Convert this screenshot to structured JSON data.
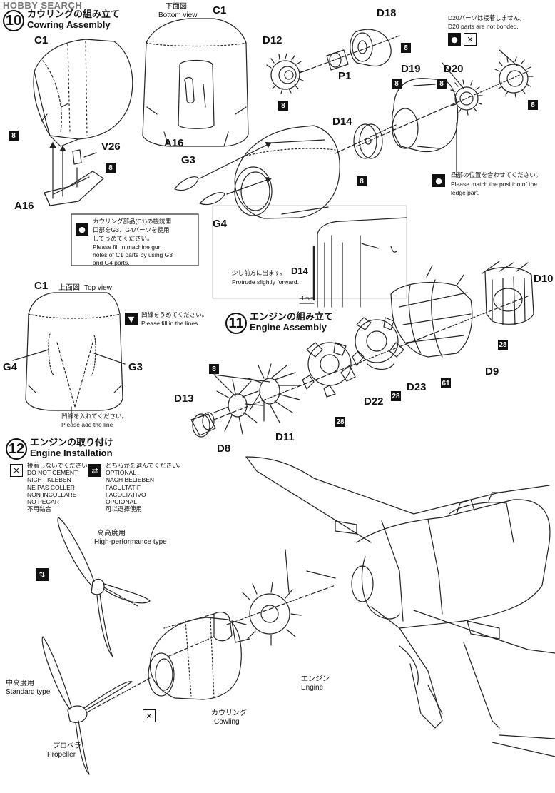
{
  "watermark": "HOBBY SEARCH",
  "colors": {
    "ink": "#111111",
    "line": "#333333",
    "paper": "#ffffff"
  },
  "icons": {
    "cement": "glue-tube-icon",
    "no_cement": "no-cement-icon",
    "optional": "optional-arrows-icon",
    "fill": "fill-in-icon"
  },
  "step10": {
    "number": "10",
    "title_jp": "カウリングの組み立て",
    "title_en": "Cowring Assembly",
    "bottom_view_jp": "下面図",
    "bottom_view_en": "Bottom view",
    "parts": {
      "c1": "C1",
      "a16": "A16",
      "v26": "V26",
      "g3": "G3",
      "g4": "G4",
      "d12": "D12",
      "d18": "D18",
      "p1": "P1",
      "d14": "D14",
      "d19": "D19",
      "d20": "D20"
    },
    "d20_note_jp": "D20パーツは接着しません。",
    "d20_note_en": "D20 parts are not bonded.",
    "ledge_note_jp": "凸部の位置を合わせてください。",
    "ledge_note_en1": "Please match the position of the",
    "ledge_note_en2": "ledge part.",
    "gun_note_jp1": "カウリング部品(C1)の機銃開",
    "gun_note_jp2": "口部をG3、G4パーツを使用",
    "gun_note_jp3": "してうめてください。",
    "gun_note_en1": "Please fill in machine gun",
    "gun_note_en2": "holes of C1 parts by using G3",
    "gun_note_en3": "and G4 parts.",
    "protrude_jp": "少し前方に出ます。",
    "protrude_part": "D14",
    "protrude_en": "Protrude slightly forward.",
    "one_mm": "1mm",
    "top_view_jp": "上面図",
    "top_view_en": "Top view",
    "fill_lines_jp": "凹線をうめてください。",
    "fill_lines_en": "Please fill in the lines",
    "add_line_jp": "凹線を入れてください。",
    "add_line_en": "Please add the line",
    "badge": "8"
  },
  "step11": {
    "number": "11",
    "title_jp": "エンジンの組み立て",
    "title_en": "Engine Assembly",
    "parts": {
      "d10": "D10",
      "d9": "D9",
      "d13": "D13",
      "d8": "D8",
      "d11": "D11",
      "d22": "D22",
      "d23": "D23"
    },
    "badges": {
      "b8": "8",
      "b28": "28",
      "b61": "61"
    }
  },
  "step12": {
    "number": "12",
    "title_jp": "エンジンの取り付け",
    "title_en": "Engine Installation",
    "no_cement": [
      "接着しないでください。",
      "DO NOT CEMENT",
      "NICHT KLEBEN",
      "NE PAS COLLER",
      "NON INCOLLARE",
      "NO PEGAR",
      "不用黏合"
    ],
    "optional": [
      "どちらかを選んでください。",
      "OPTIONAL",
      "NACH BELIEBEN",
      "FACULTATIF",
      "FACOLTATIVO",
      "OPCIONAL",
      "可以選擇使用"
    ],
    "high_jp": "高高度用",
    "high_en": "High-performance type",
    "standard_jp": "中高度用",
    "standard_en": "Standard type",
    "propeller_jp": "プロペラ",
    "propeller_en": "Propeller",
    "cowling_jp": "カウリング",
    "cowling_en": "Cowling",
    "engine_jp": "エンジン",
    "engine_en": "Engine"
  }
}
